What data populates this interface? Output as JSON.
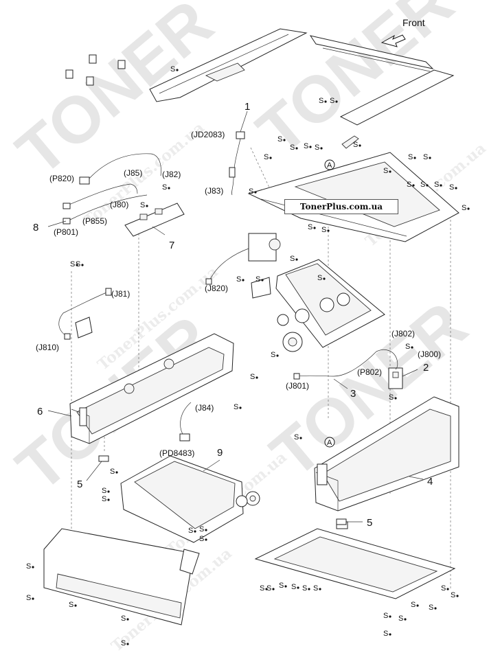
{
  "diagram": {
    "direction_label": "Front",
    "site_banner": "TonerPlus.com.ua",
    "watermark": {
      "brand": "TONER",
      "url": "TonerPlus.com.ua"
    },
    "screw_label": "S",
    "ref_marker": "A",
    "part_numbers": [
      {
        "id": "1",
        "label": "1"
      },
      {
        "id": "2",
        "label": "2"
      },
      {
        "id": "3",
        "label": "3"
      },
      {
        "id": "4",
        "label": "4"
      },
      {
        "id": "5a",
        "label": "5"
      },
      {
        "id": "5b",
        "label": "5"
      },
      {
        "id": "6",
        "label": "6"
      },
      {
        "id": "7",
        "label": "7"
      },
      {
        "id": "8",
        "label": "8"
      },
      {
        "id": "9",
        "label": "9"
      }
    ],
    "connectors": [
      {
        "id": "JD2083",
        "label": "(JD2083)"
      },
      {
        "id": "J83",
        "label": "(J83)"
      },
      {
        "id": "P820",
        "label": "(P820)"
      },
      {
        "id": "J85",
        "label": "(J85)"
      },
      {
        "id": "J82",
        "label": "(J82)"
      },
      {
        "id": "J80",
        "label": "(J80)"
      },
      {
        "id": "P855",
        "label": "(P855)"
      },
      {
        "id": "P801",
        "label": "(P801)"
      },
      {
        "id": "J820",
        "label": "(J820)"
      },
      {
        "id": "J81",
        "label": "(J81)"
      },
      {
        "id": "J810",
        "label": "(J810)"
      },
      {
        "id": "J802",
        "label": "(J802)"
      },
      {
        "id": "J800",
        "label": "(J800)"
      },
      {
        "id": "P802",
        "label": "(P802)"
      },
      {
        "id": "J801",
        "label": "(J801)"
      },
      {
        "id": "J84",
        "label": "(J84)"
      },
      {
        "id": "PD8483",
        "label": "(PD8483)"
      }
    ]
  }
}
